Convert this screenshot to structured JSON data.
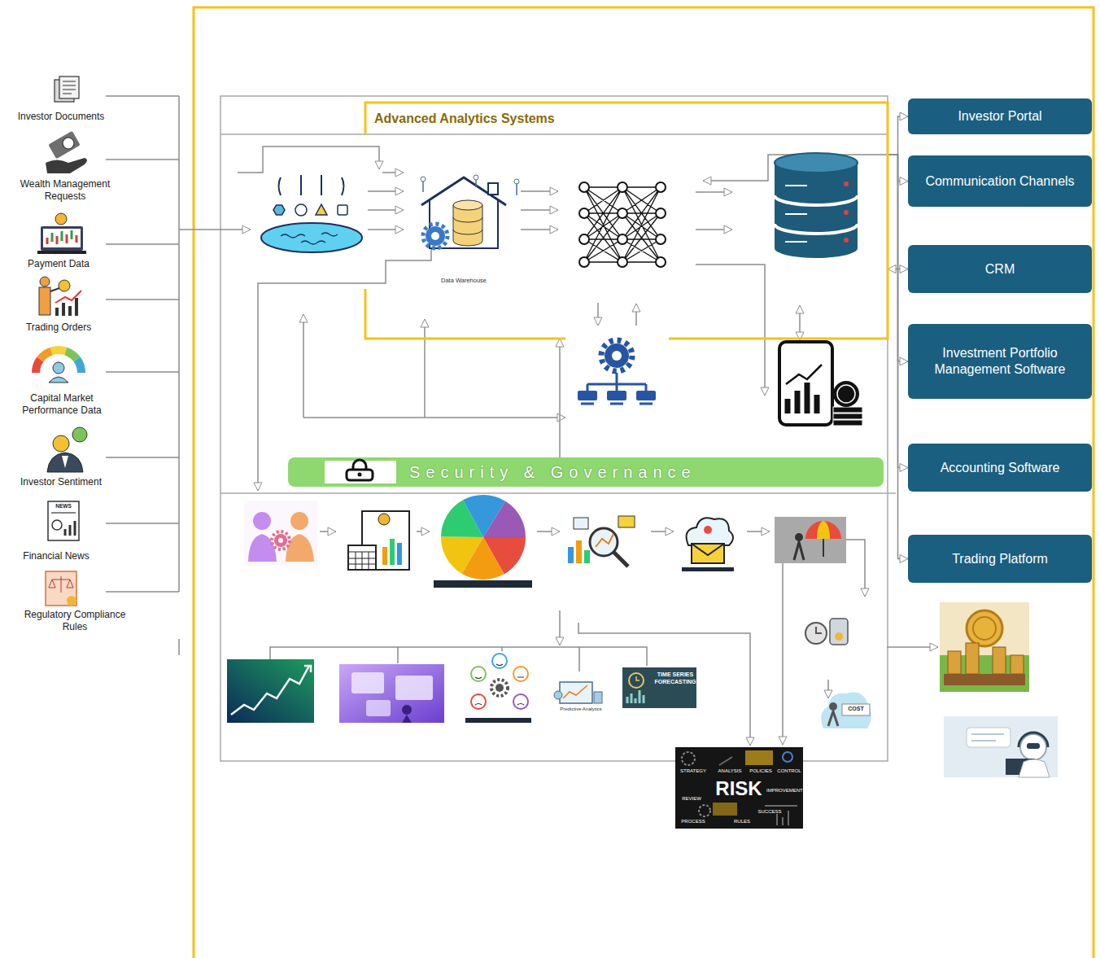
{
  "diagram": {
    "nodes": [
      {
        "text": [
          "Advanced Analytics Systems"
        ]
      },
      {
        "text": [
          "Security & Governance"
        ]
      },
      {
        "text": [
          "Investor Portal"
        ]
      },
      {
        "text": [
          "Communication Channels"
        ]
      },
      {
        "text": [
          "CRM"
        ]
      },
      {
        "text": [
          "Investment Portfolio Management Software"
        ]
      },
      {
        "text": [
          "Accounting Software"
        ]
      },
      {
        "text": [
          "Trading Platform"
        ]
      }
    ],
    "edges": [
      {
        "from": 0,
        "to": 2,
        "arrow": "to"
      },
      {
        "from": 0,
        "to": 3,
        "arrow": "to"
      },
      {
        "from": 0,
        "to": 4,
        "arrow": "both"
      },
      {
        "from": 0,
        "to": 5,
        "arrow": "to"
      },
      {
        "from": 0,
        "to": 6,
        "arrow": "to"
      },
      {
        "from": 0,
        "to": 7,
        "arrow": "to"
      },
      {
        "from": 1,
        "to": 0,
        "arrow": "to"
      }
    ],
    "labels": [
      "Investor Documents",
      "Wealth Management Requests",
      "Payment Data",
      "Trading Orders",
      "Capital Market Performance Data",
      "Investor Sentiment",
      "Financial News",
      "Regulatory Compliance Rules",
      "Data Warehouse",
      "NEWS",
      "Predictive Analytics",
      "TIME SERIES FORECASTING",
      "COST",
      "RISK",
      "STRATEGY",
      "ANALYSIS",
      "POLICIES",
      "CONTROL",
      "REVIEW",
      "IMPROVEMENT",
      "PROCESS",
      "RULES",
      "SUCCESS"
    ]
  }
}
